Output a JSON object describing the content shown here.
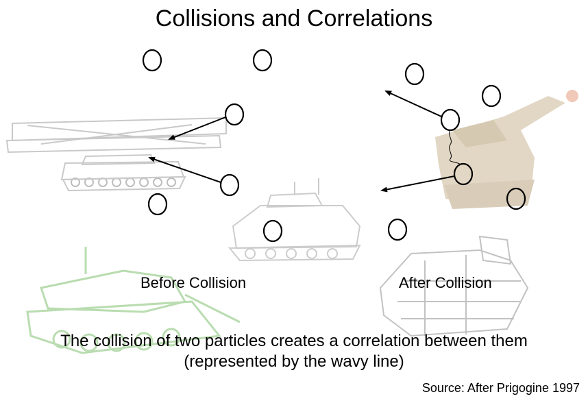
{
  "title": "Collisions and Correlations",
  "before_label": "Before Collision",
  "after_label": "After Collision",
  "caption_line1": "The collision of two particles creates a correlation between them",
  "caption_line2": "(represented by the wavy line)",
  "source": "Source: After Prigogine 1997",
  "colors": {
    "particle_stroke": "#000000",
    "arrow": "#000000",
    "background_tank_gray": "#c9c9c9",
    "background_tank_green": "#b9dcb0",
    "background_tank_desert": "#e2d7c4"
  }
}
